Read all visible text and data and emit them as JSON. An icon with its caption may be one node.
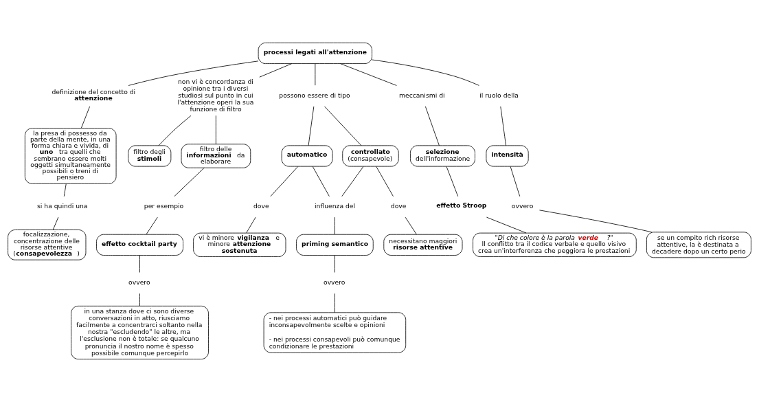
{
  "diagram": {
    "nodes": [
      {
        "text": [
          "processi legati all'attenzione"
        ]
      },
      {
        "text": [
          "definizione del concetto di **attenzione**"
        ]
      },
      {
        "text": [
          "non vi è concordanza di opinione tra i diversi studiosi sul punto in cui l'attenzione operi la sua funzione di filtro"
        ]
      },
      {
        "text": [
          "possono essere di tipo"
        ]
      },
      {
        "text": [
          "meccanismi di"
        ]
      },
      {
        "text": [
          "il ruolo della"
        ]
      },
      {
        "text": [
          "intensità"
        ]
      },
      {
        "text": [
          "ovvero"
        ]
      },
      {
        "text": [
          "se un compito rich risorse attentive, la è destinata a decadere dopo un certo perio"
        ]
      },
      {
        "text": [
          "la presa di possesso da parte della mente, in una forma chiara e vivida, di **uno** tra quelli che sembrano essere molti oggetti simultaneamente possibili o treni di pensiero"
        ]
      },
      {
        "text": [
          "si ha quindi una"
        ]
      },
      {
        "text": [
          "focalizzazione, concentrazione delle risorse attentive (**consapevolezza**)"
        ]
      },
      {
        "text": [
          "filtro degli **stimoli**"
        ]
      },
      {
        "text": [
          "filtro delle **informazioni** da elaborare"
        ]
      },
      {
        "text": [
          "per esempio"
        ]
      },
      {
        "text": [
          "effetto cocktail party"
        ]
      },
      {
        "text": [
          "ovvero"
        ]
      },
      {
        "text": [
          "in una stanza dove ci sono diverse conversazioni in atto, riusciamo facilmente a concentrarci soltanto nella nostra \"escludendo\" le altre, ma l'esclusione non è totale: se qualcuno pronuncia il nostro nome è spesso possibile comunque percepirlo"
        ]
      },
      {
        "text": [
          "automatico"
        ]
      },
      {
        "text": [
          "controllato",
          "(consapevole)"
        ]
      },
      {
        "text": [
          "dove"
        ]
      },
      {
        "text": [
          "vi è minore **vigilanza** e minore **attenzione sostenuta**"
        ]
      },
      {
        "text": [
          "influenza del"
        ]
      },
      {
        "text": [
          "dove"
        ]
      },
      {
        "text": [
          "necessitano maggiori **risorse attentive**"
        ]
      },
      {
        "text": [
          "priming semantico"
        ]
      },
      {
        "text": [
          "ovvero"
        ]
      },
      {
        "text": [
          "- nei processi automatici può guidare inconsapevolmente scelte e opinioni",
          "- nei processi consapevoli può comunque condizionare le prestazioni"
        ]
      },
      {
        "text": [
          "selezione",
          "dell'informazione"
        ]
      },
      {
        "text": [
          "effetto Stroop"
        ]
      },
      {
        "text": [
          "\"Di che colore è la parola **verde** ?\"",
          "Il conflitto tra il codice verbale e quello visivo crea un'interferenza che peggiora le prestazioni"
        ]
      }
    ],
    "edges": [
      {
        "from": 0,
        "to": 1,
        "arrow": "none"
      },
      {
        "from": 1,
        "to": 9,
        "arrow": "none"
      },
      {
        "from": 0,
        "to": 2,
        "arrow": "none"
      },
      {
        "from": 2,
        "to": 12,
        "arrow": "none"
      },
      {
        "from": 2,
        "to": 13,
        "arrow": "none"
      },
      {
        "from": 0,
        "to": 3,
        "arrow": "none"
      },
      {
        "from": 3,
        "to": 18,
        "arrow": "none"
      },
      {
        "from": 3,
        "to": 19,
        "arrow": "none"
      },
      {
        "from": 0,
        "to": 4,
        "arrow": "none"
      },
      {
        "from": 4,
        "to": 28,
        "arrow": "none"
      },
      {
        "from": 0,
        "to": 5,
        "arrow": "none"
      },
      {
        "from": 5,
        "to": 6,
        "arrow": "none"
      },
      {
        "from": 6,
        "to": 7,
        "arrow": "none"
      },
      {
        "from": 7,
        "to": 8,
        "arrow": "none"
      },
      {
        "from": 9,
        "to": 10,
        "arrow": "none"
      },
      {
        "from": 10,
        "to": 11,
        "arrow": "none"
      },
      {
        "from": 13,
        "to": 14,
        "arrow": "none"
      },
      {
        "from": 14,
        "to": 15,
        "arrow": "none"
      },
      {
        "from": 15,
        "to": 16,
        "arrow": "none"
      },
      {
        "from": 16,
        "to": 17,
        "arrow": "none"
      },
      {
        "from": 18,
        "to": 20,
        "arrow": "none"
      },
      {
        "from": 20,
        "to": 21,
        "arrow": "none"
      },
      {
        "from": 18,
        "to": 22,
        "arrow": "none"
      },
      {
        "from": 19,
        "to": 22,
        "arrow": "none"
      },
      {
        "from": 22,
        "to": 25,
        "arrow": "none"
      },
      {
        "from": 19,
        "to": 23,
        "arrow": "none"
      },
      {
        "from": 23,
        "to": 24,
        "arrow": "none"
      },
      {
        "from": 25,
        "to": 26,
        "arrow": "none"
      },
      {
        "from": 26,
        "to": 27,
        "arrow": "none"
      },
      {
        "from": 28,
        "to": 29,
        "arrow": "none"
      },
      {
        "from": 29,
        "to": 30,
        "arrow": "none"
      }
    ]
  }
}
